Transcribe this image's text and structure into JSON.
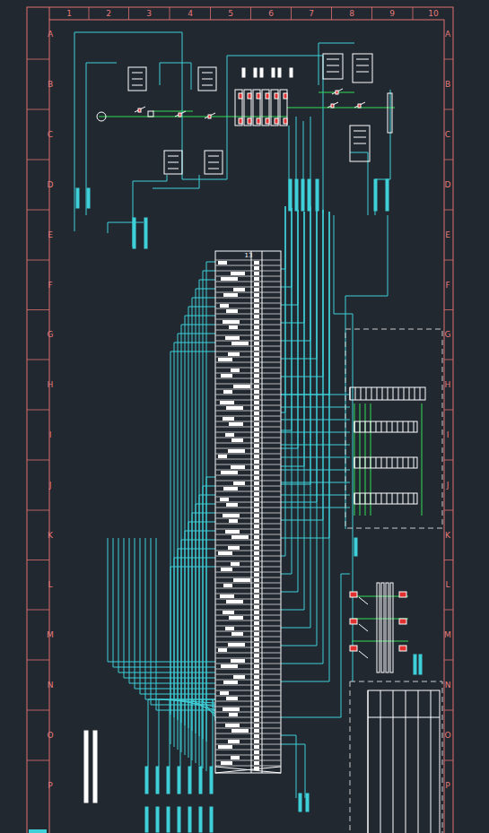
{
  "diagram": {
    "labels": [
      "1",
      "2",
      "3",
      "4",
      "5",
      "6",
      "7",
      "8",
      "9",
      "10",
      "A",
      "B",
      "C",
      "D",
      "E",
      "F",
      "G",
      "H",
      "I",
      "J",
      "K",
      "L",
      "M",
      "N",
      "O",
      "P",
      "A",
      "B",
      "C",
      "D",
      "E",
      "F",
      "G",
      "H",
      "I",
      "J",
      "K",
      "L",
      "M",
      "N",
      "O",
      "P",
      "13"
    ]
  }
}
